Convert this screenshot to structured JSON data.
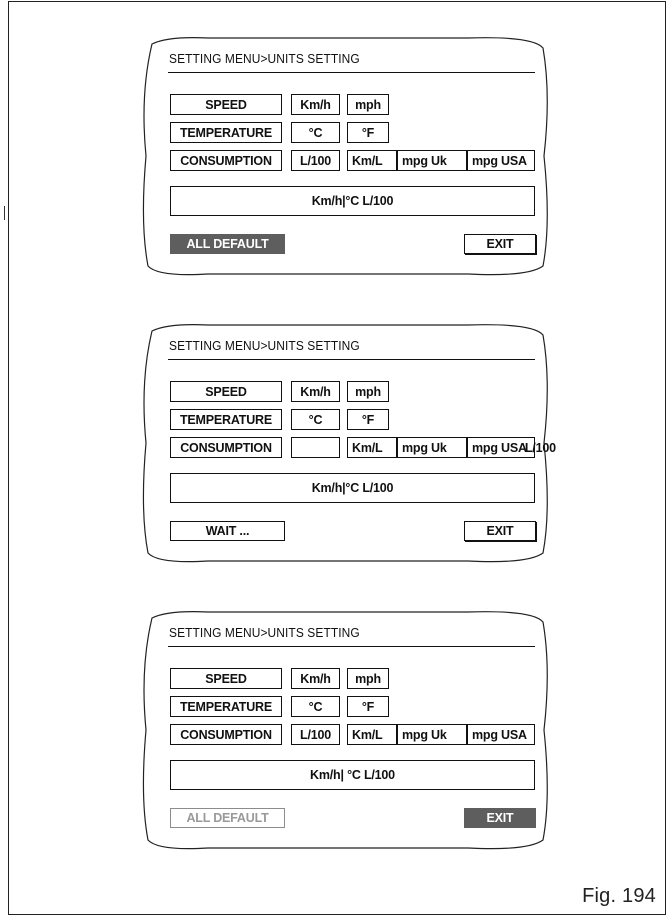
{
  "figure_label": "Fig. 194",
  "panels": [
    {
      "title": "SETTING MENU>UNITS SETTING",
      "rows": {
        "speed": {
          "label": "SPEED",
          "options": [
            "Km/h",
            "mph"
          ]
        },
        "temperature": {
          "label": "TEMPERATURE",
          "options": [
            "°C",
            "°F"
          ]
        },
        "consumption": {
          "label": "CONSUMPTION",
          "options": [
            "L/100",
            "Km/L",
            "mpg  Uk",
            "mpg USA"
          ]
        }
      },
      "summary": "Km/h|°C L/100",
      "left_button": "ALL DEFAULT",
      "left_button_state": "highlighted",
      "exit_button": "EXIT",
      "exit_button_state": "normal"
    },
    {
      "title": "SETTING MENU>UNITS SETTING",
      "rows": {
        "speed": {
          "label": "SPEED",
          "options": [
            "Km/h",
            "mph"
          ]
        },
        "temperature": {
          "label": "TEMPERATURE",
          "options": [
            "°C",
            "°F"
          ]
        },
        "consumption": {
          "label": "CONSUMPTION",
          "options": [
            "",
            "Km/L",
            "mpg  Uk",
            "mpg USA",
            "L/100"
          ]
        }
      },
      "summary": "Km/h|°C L/100",
      "left_button": "WAIT ...",
      "left_button_state": "normal",
      "exit_button": "EXIT",
      "exit_button_state": "normal"
    },
    {
      "title": "SETTING MENU>UNITS SETTING",
      "rows": {
        "speed": {
          "label": "SPEED",
          "options": [
            "Km/h",
            "mph"
          ]
        },
        "temperature": {
          "label": "TEMPERATURE",
          "options": [
            "°C",
            "°F"
          ]
        },
        "consumption": {
          "label": "CONSUMPTION",
          "options": [
            "L/100",
            "Km/L",
            "mpg  Uk",
            "mpg USA"
          ]
        }
      },
      "summary": "Km/h| °C L/100",
      "left_button": "ALL DEFAULT",
      "left_button_state": "disabled",
      "exit_button": "EXIT",
      "exit_button_state": "highlighted"
    }
  ],
  "colors": {
    "highlight": "#5e5e5e",
    "disabled_text": "#9a9a9a",
    "ink": "#111111"
  }
}
